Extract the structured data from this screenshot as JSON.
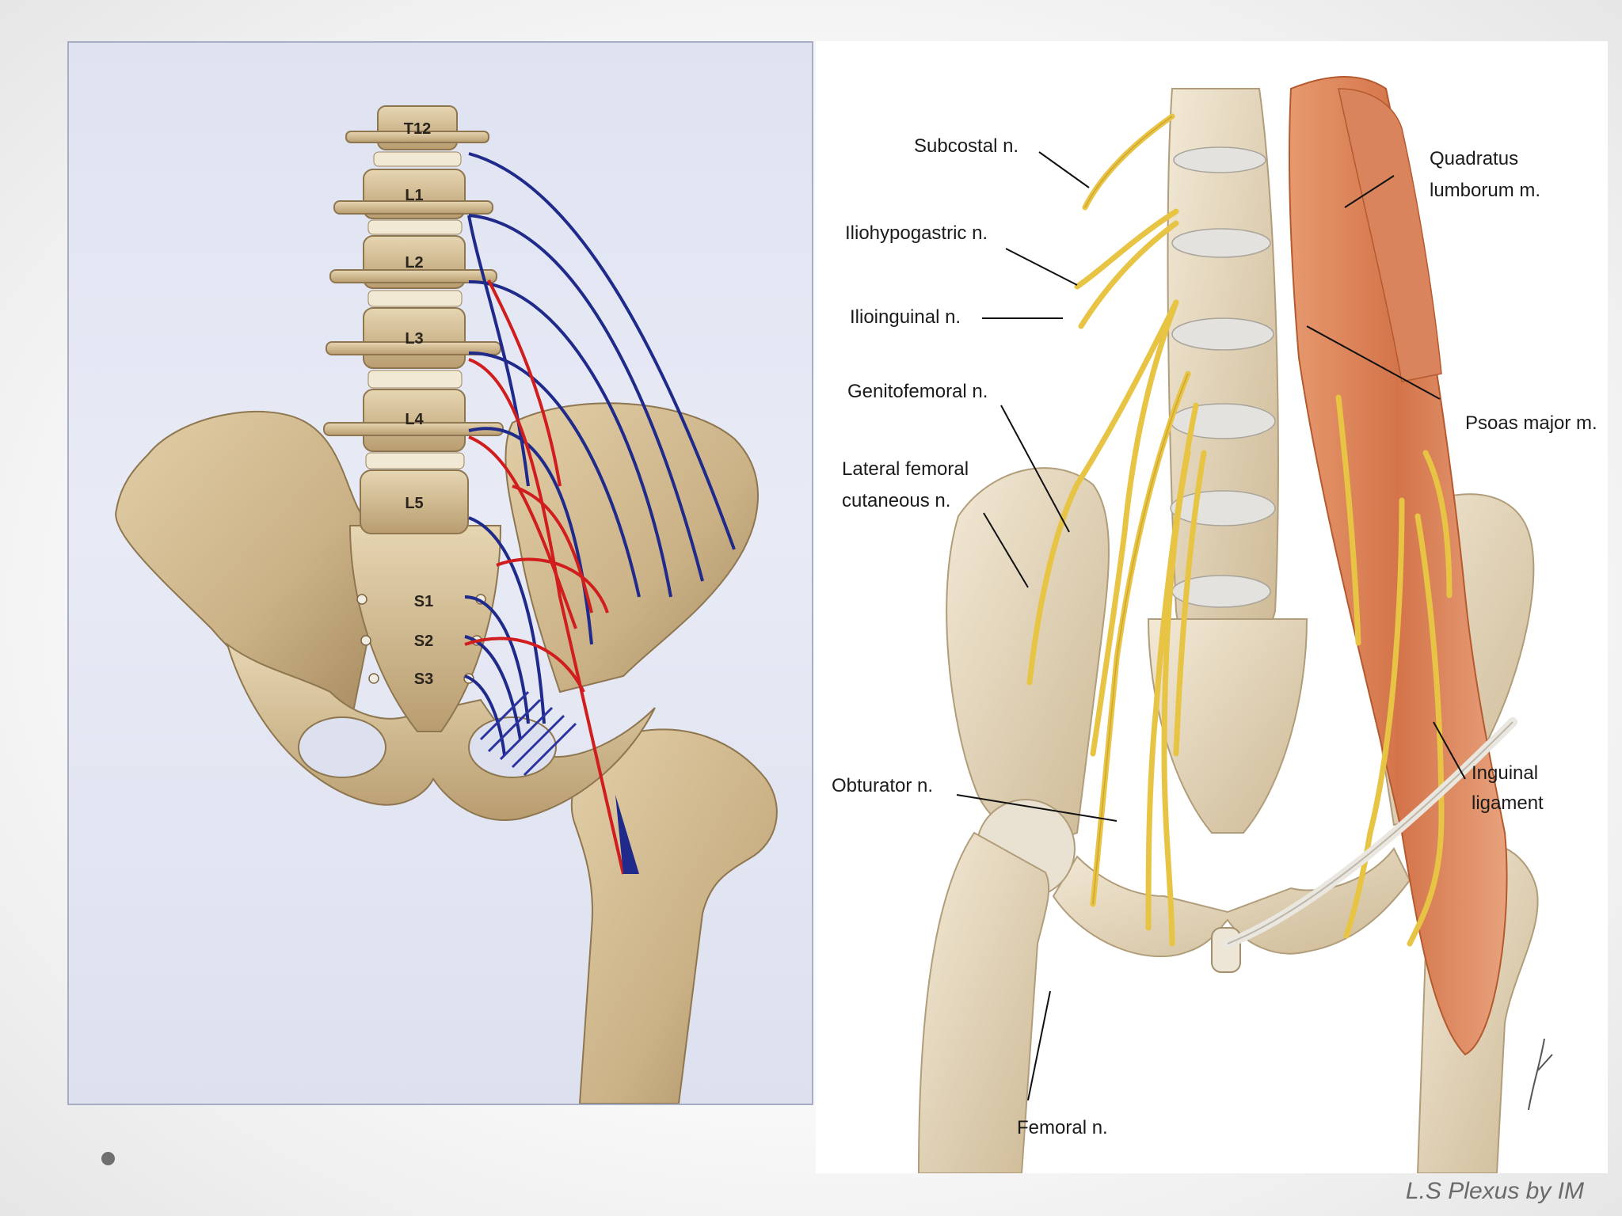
{
  "slide": {
    "footer": "L.S Plexus by IM"
  },
  "left_figure": {
    "vertebrae": [
      "T12",
      "L1",
      "L2",
      "L3",
      "L4",
      "L5"
    ],
    "sacral": [
      "S1",
      "S2",
      "S3"
    ]
  },
  "right_figure": {
    "labels": {
      "subcostal": "Subcostal n.",
      "iliohypogastric": "Iliohypogastric n.",
      "ilioinguinal": "Ilioinguinal n.",
      "genitofemoral": "Genitofemoral n.",
      "lateral_femoral_1": "Lateral femoral",
      "lateral_femoral_2": "cutaneous n.",
      "obturator": "Obturator n.",
      "femoral": "Femoral n.",
      "quadratus_1": "Quadratus",
      "quadratus_2": "lumborum m.",
      "psoas": "Psoas major m.",
      "inguinal_1": "Inguinal",
      "inguinal_2": "ligament"
    }
  },
  "colors": {
    "bone": "#cdb48a",
    "bone_dark": "#a88d62",
    "nerve_blue": "#1f2a8a",
    "nerve_red": "#d01d1d",
    "nerve_yellow": "#e8c445",
    "muscle": "#d9835a"
  }
}
